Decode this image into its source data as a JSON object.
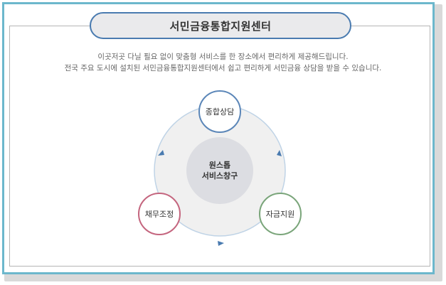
{
  "header": {
    "title": "서민금융통합지원센터"
  },
  "description": {
    "line1": "이곳저곳 다닐 필요 없이 맞춤형 서비스를 한 장소에서 편리하게 제공해드립니다.",
    "line2": "전국 주요 도시에 설치된 서민금융통합지원센터에서 쉽고 편리하게 서민금융 상담을 받을 수 있습니다."
  },
  "diagram": {
    "center": {
      "line1": "원스톱",
      "line2": "서비스창구"
    },
    "nodes": [
      {
        "label": "종합상담",
        "color": "#5b86b8"
      },
      {
        "label": "자금지원",
        "color": "#7aa57a"
      },
      {
        "label": "채무조정",
        "color": "#c4657e"
      }
    ],
    "ring_color": "#bfd3e6",
    "arrow_color": "#4a7bb0"
  }
}
